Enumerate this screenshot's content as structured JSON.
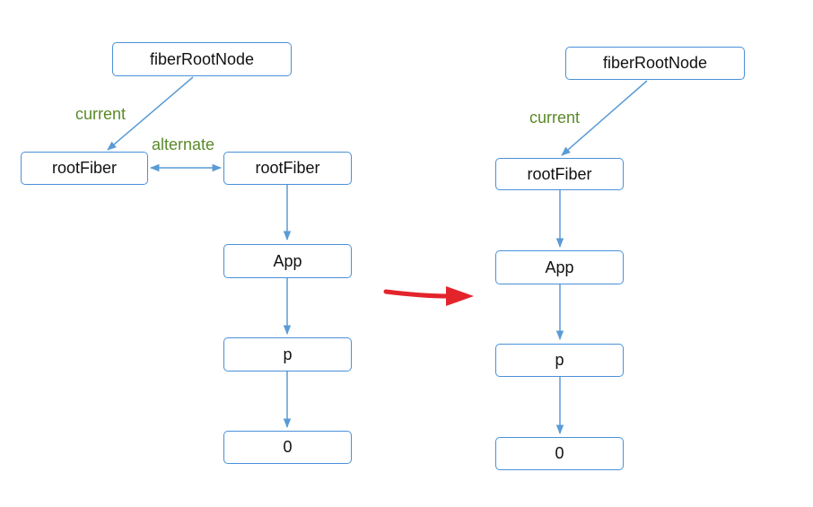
{
  "colors": {
    "node_border": "#4a90d9",
    "edge": "#5a9bd5",
    "edge_label": "#5a8a2a",
    "transition_arrow": "#e3242b"
  },
  "before": {
    "root_node": "fiberRootNode",
    "current_root": "rootFiber",
    "wip_root": "rootFiber",
    "app": "App",
    "p": "p",
    "text": "0",
    "current_label": "current",
    "alternate_label": "alternate"
  },
  "after": {
    "root_node": "fiberRootNode",
    "root": "rootFiber",
    "app": "App",
    "p": "p",
    "text": "0",
    "current_label": "current"
  }
}
